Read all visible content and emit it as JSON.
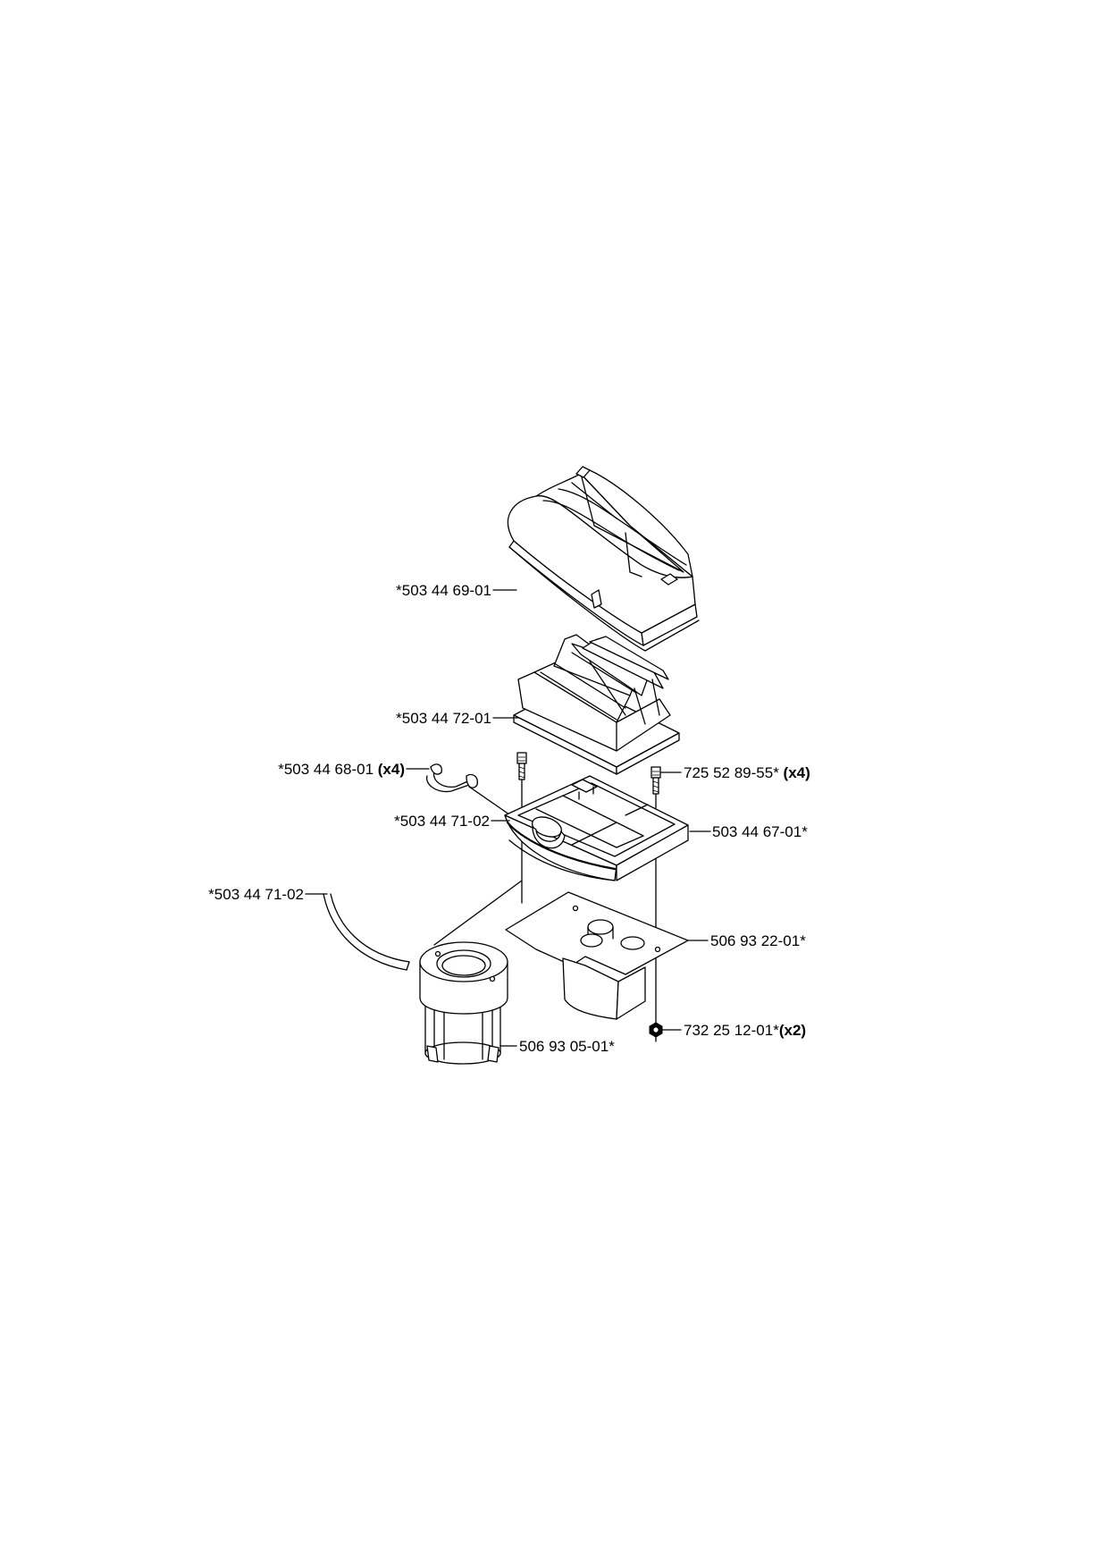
{
  "labels": [
    {
      "id": "cover",
      "text": "*503 44 69-01",
      "qty": ""
    },
    {
      "id": "air-filter",
      "text": "*503 44 72-01",
      "qty": ""
    },
    {
      "id": "clamp",
      "text": "*503 44 68-01",
      "qty": " (x4)"
    },
    {
      "id": "hose-upper",
      "text": "*503 44 71-02",
      "qty": ""
    },
    {
      "id": "screw",
      "text": "725 52 89-55*",
      "qty": " (x4)"
    },
    {
      "id": "filter-holder",
      "text": "503 44 67-01*",
      "qty": ""
    },
    {
      "id": "hose-lower",
      "text": "*503 44 71-02",
      "qty": ""
    },
    {
      "id": "bracket",
      "text": "506 93 22-01*",
      "qty": ""
    },
    {
      "id": "nut",
      "text": "732 25 12-01*",
      "qty": "(x2)"
    },
    {
      "id": "pre-filter",
      "text": "506 93 05-01*",
      "qty": ""
    }
  ],
  "colors": {
    "line": "#000000",
    "background": "#ffffff"
  }
}
